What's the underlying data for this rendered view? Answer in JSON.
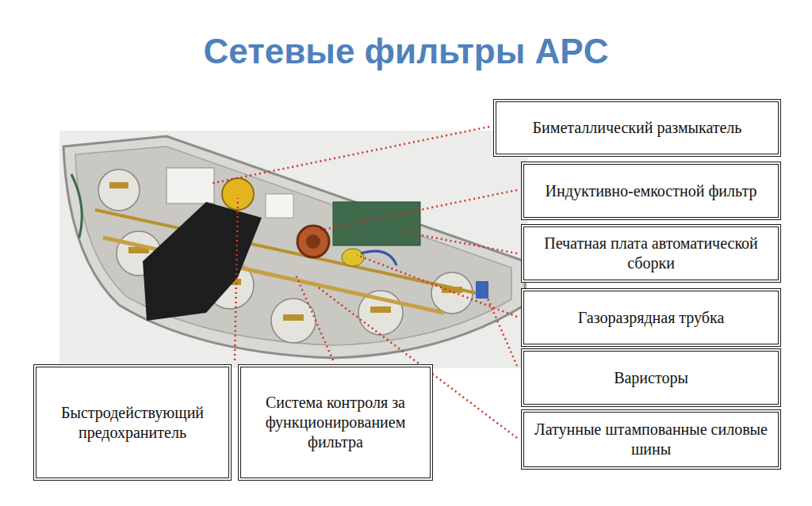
{
  "diagram": {
    "title": "Сетевые фильтры APC",
    "nodes": [
      {
        "text": [
          "Биметаллический размыкатель"
        ]
      },
      {
        "text": [
          "Индуктивно-емкостной фильтр"
        ]
      },
      {
        "text": [
          "Печатная плата автоматической сборки"
        ]
      },
      {
        "text": [
          "Газоразрядная трубка"
        ]
      },
      {
        "text": [
          "Варисторы"
        ]
      },
      {
        "text": [
          "Быстродействующий предохранитель"
        ]
      },
      {
        "text": [
          "Система контроля за функционированием фильтра"
        ]
      },
      {
        "text": [
          "Латунные штампованные силовые шины"
        ]
      }
    ]
  }
}
